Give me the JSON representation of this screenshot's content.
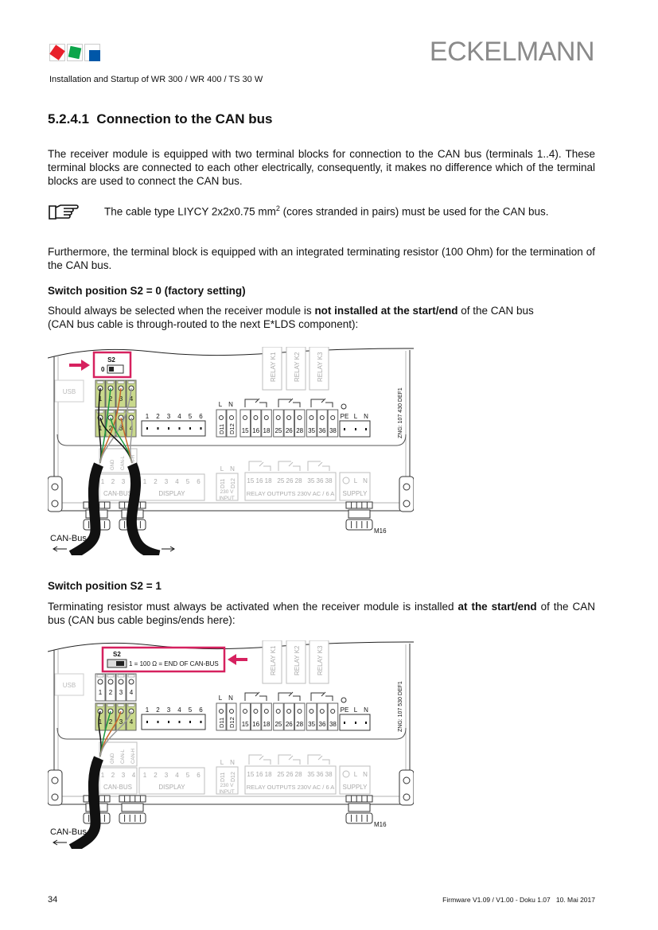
{
  "header": {
    "brand": "ECKELMANN",
    "subtitle": "Installation and Startup of WR 300 / WR 400 / TS 30 W",
    "logo_colors": [
      "#e8202a",
      "#0ca54a",
      "#0057a8"
    ]
  },
  "section": {
    "heading": "5.2.4.1  Connection to the CAN bus",
    "para1": "The receiver module is equipped with two terminal blocks for connection to the CAN bus (terminals 1..4). These terminal blocks are connected to each other electrically, consequently, it makes no difference which of the terminal blocks are used to connect the CAN bus.",
    "note_icon": "pointing-hand-icon",
    "note_pre": "The cable type LIYCY 2x2x0.75 mm",
    "note_sup": "2",
    "note_post": " (cores stranded in pairs) must be used for the CAN bus.",
    "para2": "Furthermore, the terminal block is equipped with an integrated terminating resistor (100 Ohm) for the termination of the CAN bus.",
    "s0_heading": "Switch position S2 = 0 (factory setting)",
    "s0_pre": "Should always be selected when the receiver module is ",
    "s0_bold": "not installed at the start/end",
    "s0_post": " of the CAN bus",
    "s0_line2": "(CAN bus cable is through-routed to the next E*LDS component):",
    "s1_heading": "Switch position S2 = 1",
    "s1_pre": "Terminating resistor must always be activated when the receiver module is installed ",
    "s1_bold": "at the start/end",
    "s1_post": " of the CAN bus (CAN bus cable begins/ends here):"
  },
  "diagram_labels": {
    "s2": "S2",
    "usb": "USB",
    "term_nums": [
      "1",
      "2",
      "3",
      "4"
    ],
    "conn_nums": [
      "1",
      "2",
      "3",
      "4",
      "5",
      "6"
    ],
    "l": "L",
    "n": "N",
    "pe": "PE",
    "d11": "D11",
    "d12": "D12",
    "relay_terms": [
      "15",
      "16",
      "18",
      "25",
      "26",
      "28",
      "35",
      "36",
      "38"
    ],
    "relays": [
      "RELAY K1",
      "RELAY K2",
      "RELAY K3"
    ],
    "wire_labels": [
      "GND",
      "CAN-L",
      "CAN-H"
    ],
    "relay_groups": [
      "15 16 18",
      "25 26 28",
      "35 36 38"
    ],
    "can_bus": "CAN-BUS",
    "display": "DISPLAY",
    "input_230": [
      "230 V",
      "INPUT"
    ],
    "relay_outputs": "RELAY OUTPUTS 230V AC / 6 A",
    "supply": "SUPPLY",
    "m16": "M16",
    "cable": "CAN-Bus",
    "accent": "#d6215f",
    "terminal_color": "#c9d98c"
  },
  "diagrams": [
    {
      "s2_state": "0",
      "s2_text": "0",
      "zng": "ZNG: 107 430 DEF1"
    },
    {
      "s2_state": "1",
      "s2_text": "1 = 100 Ω = END OF CAN-BUS",
      "zng": "ZNG: 107 530 DEF1"
    }
  ],
  "footer": {
    "page": "34",
    "info": "Firmware V1.09 / V1.00 - Doku 1.07   10. Mai 2017"
  }
}
